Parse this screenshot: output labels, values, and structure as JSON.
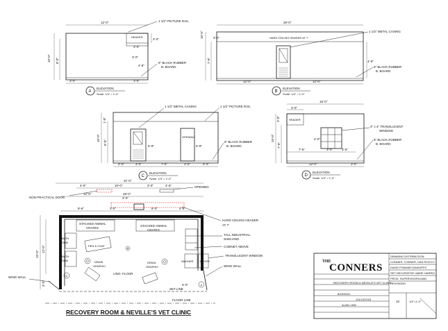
{
  "elevations": {
    "A": {
      "letter": "A",
      "label": "ELEVATION",
      "scale": "Scale: 1/4\" = 1'-0\"",
      "dim_top": "12'-0\"",
      "dim_right_top": "3'-0\"",
      "dim_left": "10'-0\"",
      "dim_left_inner": "8'-0\"",
      "dim_bottom_left": "3'-0\"",
      "dim_bottom_right": "3'-0\"",
      "dim_inner_a": "3'-0\"",
      "dim_inner_b": "3'-0\"",
      "dim_inner_c": "4'-8\"",
      "header_label": "HEADER",
      "note_rail": "1 1/2\" PICTURE RAIL",
      "note_base_1": "6\" BLACK RUBBER",
      "note_base_2": "B. BOARD"
    },
    "B": {
      "letter": "B",
      "label": "ELEVATION",
      "scale": "Scale: 1/4\" = 1'-0\"",
      "dim_top": "28'-0\"",
      "dim_left": "10'-0\"",
      "dim_left_inner": "7'-0\"",
      "dim_left_top": "3'-0\"",
      "dim_bottom_left": "12'-0\"",
      "dim_bottom_right": "12'-6\"",
      "dim_right": "4'-8\"",
      "header_label": "HARD CEILING HEADER AT 7'",
      "note_casing": "1 1/2\" METAL CASING",
      "note_base_1": "6\" BLACK RUBBER",
      "note_base_2": "B. BOARD"
    },
    "C": {
      "letter": "C",
      "label": "ELEVATION",
      "scale": "Scale: 1/4\" = 1'-0\"",
      "dim_left": "10'-0\"",
      "dim_left_inner": "8'-0\"",
      "dim_left_top": "1'-0\"",
      "dim_door": "6'-8\"",
      "dim_opening": "6'-8\"",
      "dim_b1": "4'-0\"",
      "dim_b2": "3'-0\"",
      "dim_b3": "7'-0\"",
      "dim_b4": "3'-0\"",
      "dim_b5": "4'-0\"",
      "opening_label": "OPENING",
      "note_casing": "1 1/2\" METAL CASING",
      "note_rail": "1 1/2\" PICTURE RAIL",
      "note_base_1": "6\" BLACK RUBBER",
      "note_base_2": "B. BOARD"
    },
    "D": {
      "letter": "D",
      "label": "ELEVATION",
      "scale": "Scale: 1/4\" = 1'-0\"",
      "dim_top": "15'-0\"",
      "dim_top_small": "3'-0\"",
      "dim_left": "10'-0\"",
      "dim_left_inner": "7'-0\"",
      "dim_left_top": "3'-0\"",
      "dim_window_h": "4'-0\"",
      "dim_b1": "12'-0\"",
      "dim_b2": "3'-0\"",
      "dim_w1": "7'-6\"",
      "dim_w2": "3'-0\"",
      "dim_w3": "3'-6\"",
      "header_label": "HEADER",
      "note_window_1": "4\" x 4\" TRANSLUCENT",
      "note_window_2": "WINDOW",
      "note_base_1": "6\" BLACK RUBBER",
      "note_base_2": "B. BOARD"
    }
  },
  "plan": {
    "dim_total": "31'-0\"",
    "dim_row2_a": "4'-6\"",
    "dim_row2_b": "10'-0\"",
    "dim_row2_c": "3'-0\"",
    "dim_row2_d": "4'-6\"",
    "dim_row3_a": "12'-6\"",
    "dim_row3_b": "3'-0\"",
    "dim_row3_c": "28'-0\"",
    "dim_row4_a": "9'-6\"",
    "dim_row4_b": "3'-0\"",
    "dim_row4_c": "8'-0\"",
    "dim_row4_d": "4'-6\"",
    "dim_left_total": "15'-0\"",
    "dim_left_inner": "12'-0\"",
    "dim_left_small": "3'-0\"",
    "dim_bottom_small": "5'-0\"",
    "label_stacked_1": "STACKED ANIMAL",
    "label_crates_1": "CRATES",
    "label_stacked_2": "STACKED ANIMAL",
    "label_crates_2": "CRATES",
    "label_bath_1a": "BATH",
    "label_bath_1b": "SINK",
    "label_bath_2a": "BATH",
    "label_bath_2b": "SINK",
    "label_table": "PEN & COAT",
    "label_drain_1a": "DRAIN",
    "label_drain_1b": "GRAPHIC",
    "label_drain_2a": "DRAIN",
    "label_drain_2b": "GRAPHIC",
    "label_floor": "LINO. FLOOR",
    "label_washer": "WASHER",
    "label_dryer": "DRYER",
    "label_set_line": "SET LINE",
    "label_floor_line": "FLOOR LINE",
    "label_opening": "OPENING",
    "label_d": "D",
    "label_a": "A",
    "note_door": "NON PRACTICAL DOOR",
    "note_header_1": "HARD CEILING HEADER",
    "note_header_2": "AT 7'",
    "note_shelf_1": "TALL INDUSTRIAL",
    "note_shelf_2": "SHELVING",
    "note_cabinet": "CABINET ABOVE",
    "note_window": "TRANSLUCENT WINDOW",
    "note_wing_right": "WING WALL",
    "note_wing_left": "WING WALL",
    "title": "RECOVERY ROOM & NEVILLE'S VET CLINIC"
  },
  "title_block": {
    "logo_the": "THE",
    "logo_name": "CONNERS",
    "r1": "DRAWING DISTRIBUTION",
    "r2": "CONNER, CONNER, DAN ROCCO",
    "r3": "DAVID PHAMAR DAVID/PFS",
    "r4": "SET DECORATOR: MARK HARRIS",
    "r5": "PROD. SUPERVISOR/LMAN",
    "r6": "REVISIONS",
    "show_name": "RECOVERY ROOM & NEVILLE'S VET CLINIC",
    "date": "8/19/2020",
    "drawn_by": "ALAN LINN",
    "episode": "101/102/103",
    "sheet": "10",
    "scale_small": "1/4\"=1'-0\""
  }
}
